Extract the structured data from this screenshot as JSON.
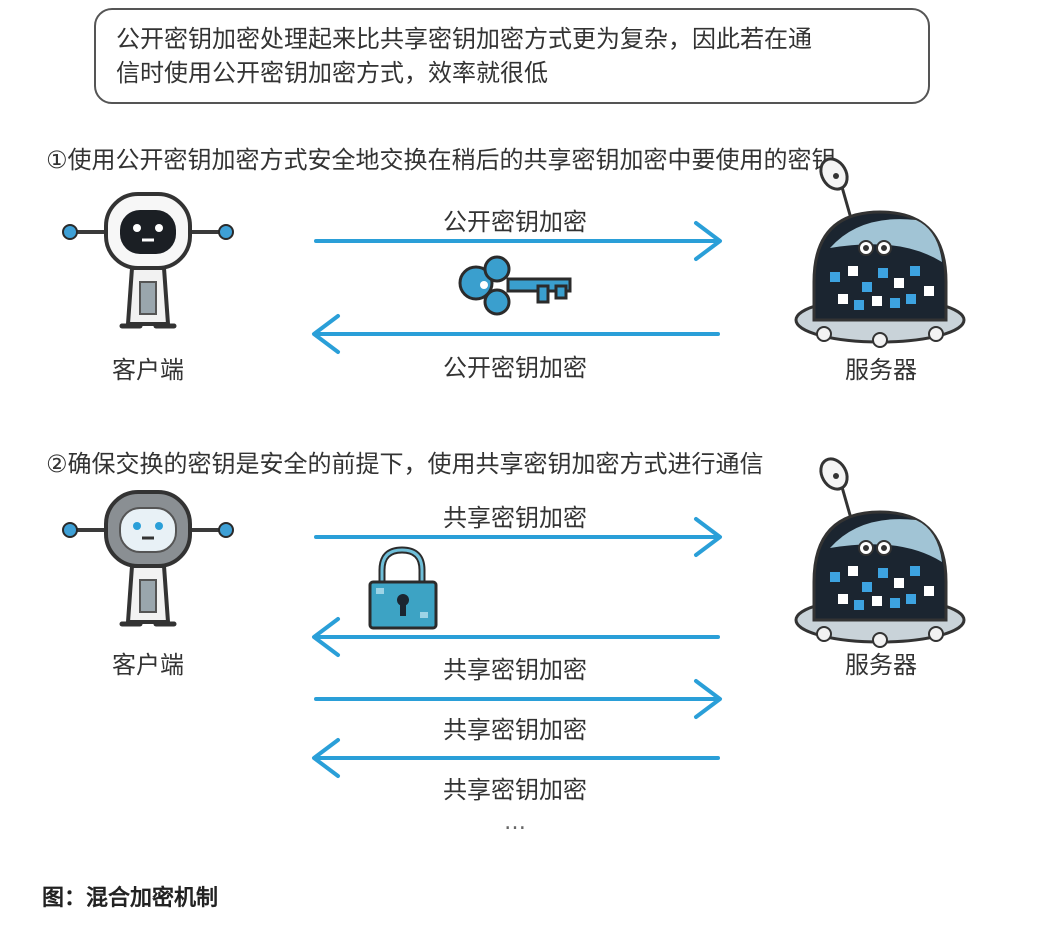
{
  "callout": {
    "line1": "公开密钥加密处理起来比共享密钥加密方式更为复杂，因此若在通",
    "line2": "信时使用公开密钥加密方式，效率就很低"
  },
  "step1": {
    "title": "①使用公开密钥加密方式安全地交换在稍后的共享密钥加密中要使用的密钥",
    "client_label": "客户端",
    "server_label": "服务器",
    "arrow_top_label": "公开密钥加密",
    "arrow_bottom_label": "公开密钥加密"
  },
  "step2": {
    "title": "②确保交换的密钥是安全的前提下，使用共享密钥加密方式进行通信",
    "client_label": "客户端",
    "server_label": "服务器",
    "arrow_labels": [
      "共享密钥加密",
      "共享密钥加密",
      "共享密钥加密",
      "共享密钥加密"
    ],
    "ellipsis": "…"
  },
  "caption": "图：混合加密机制",
  "colors": {
    "arrow": "#2a9fd8",
    "key": "#3a9fce",
    "lock": "#3da3c4",
    "robot_dark": "#1b2530",
    "robot_outline": "#3a3a3a"
  }
}
